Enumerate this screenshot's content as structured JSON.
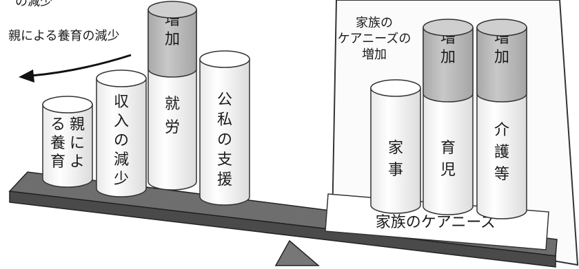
{
  "left_caption": "親による養育の減少",
  "top_clip": "の減少",
  "right_caption_lines": [
    "家族の",
    "ケアニーズの",
    "増加"
  ],
  "base_label": "家族のケアニーズ",
  "left_cylinders": [
    {
      "lines": [
        "親に",
        "よる",
        "養育"
      ],
      "cap": ""
    },
    {
      "lines": [
        "収入",
        "の",
        "減少"
      ],
      "cap": ""
    },
    {
      "lines": [
        "就",
        "労"
      ],
      "cap": "増加"
    },
    {
      "lines": [
        "公",
        "私",
        "の",
        "支",
        "援"
      ],
      "cap": ""
    }
  ],
  "right_cylinders": [
    {
      "lines": [
        "家",
        "事"
      ],
      "cap": ""
    },
    {
      "lines": [
        "育",
        "児"
      ],
      "cap": "増加"
    },
    {
      "lines": [
        "介",
        "護",
        "等"
      ],
      "cap": "増加"
    }
  ],
  "colors": {
    "beam": "#6b6b6b",
    "cap": "#bdbdbd",
    "cylinder": "#f7f7f7",
    "panel": "#fafafa"
  }
}
